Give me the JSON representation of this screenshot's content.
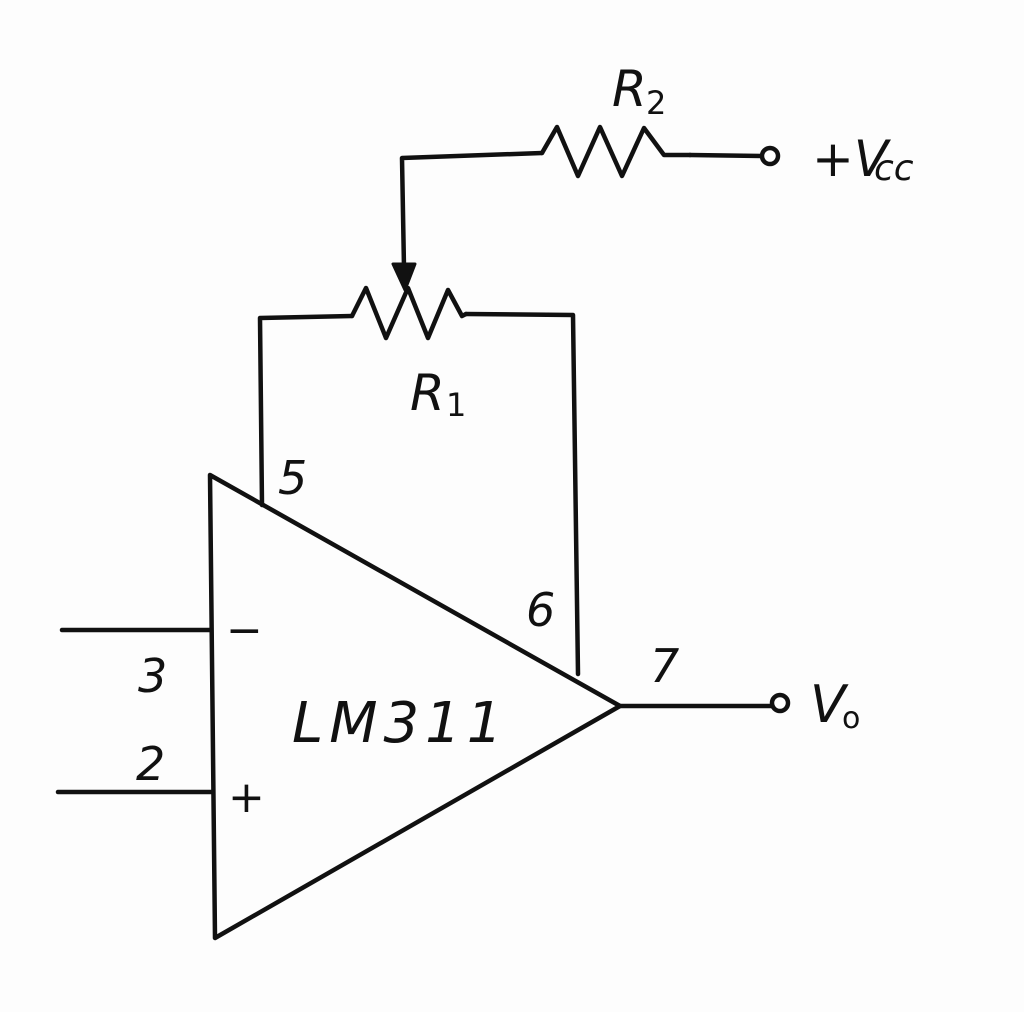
{
  "diagram": {
    "chip_label": "LM311",
    "inverting_sign": "−",
    "noninverting_sign": "+",
    "pins": {
      "inverting_input": "3",
      "noninverting_input": "2",
      "balance": "5",
      "balance_strobe": "6",
      "output": "7"
    },
    "r1": {
      "letter": "R",
      "subscript": "1"
    },
    "r2": {
      "letter": "R",
      "subscript": "2"
    },
    "supply": {
      "main": "+V",
      "subscript": "CC"
    },
    "output_node": {
      "letter": "V",
      "subscript": "o"
    }
  }
}
